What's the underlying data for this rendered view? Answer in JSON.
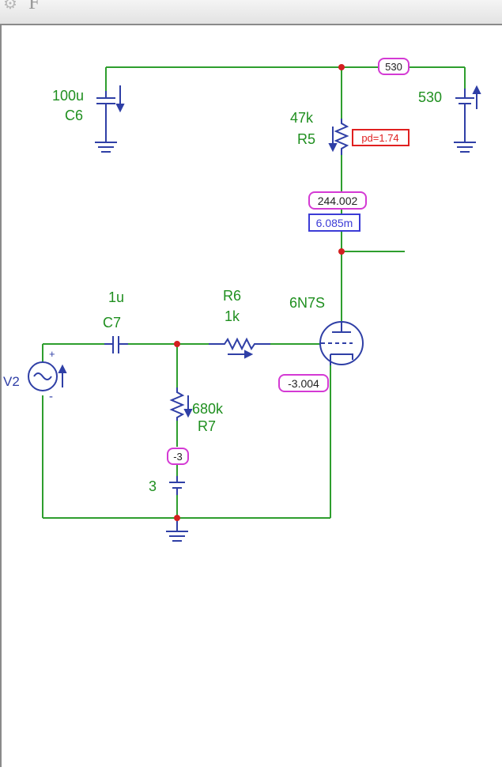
{
  "window": {
    "title": "F",
    "icon": "gear-icon"
  },
  "components": {
    "c6": {
      "value": "100u",
      "name": "C6"
    },
    "r5": {
      "value": "47k",
      "name": "R5",
      "power": "pd=1.74"
    },
    "source_530": {
      "value": "530"
    },
    "tube": {
      "name": "6N7S"
    },
    "c7": {
      "value": "1u",
      "name": "C7"
    },
    "r6": {
      "name": "R6",
      "value": "1k"
    },
    "r7": {
      "value": "680k",
      "name": "R7"
    },
    "v2": {
      "name": "V2",
      "plus": "+",
      "minus": "-"
    },
    "bias_source": {
      "value": "3"
    }
  },
  "probes": {
    "supply_voltage": "530",
    "plate_voltage": "244.002",
    "plate_current": "6.085m",
    "cathode_voltage": "-3.004",
    "bias_voltage": "-3"
  },
  "colors": {
    "wire": "#2e9e2e",
    "component": "#2f3fa6",
    "label_green": "#1f8f1f",
    "node": "#d32020",
    "probe_voltage": "#d43ad4",
    "probe_current": "#3b3bd6",
    "power_tag": "#e02020"
  }
}
